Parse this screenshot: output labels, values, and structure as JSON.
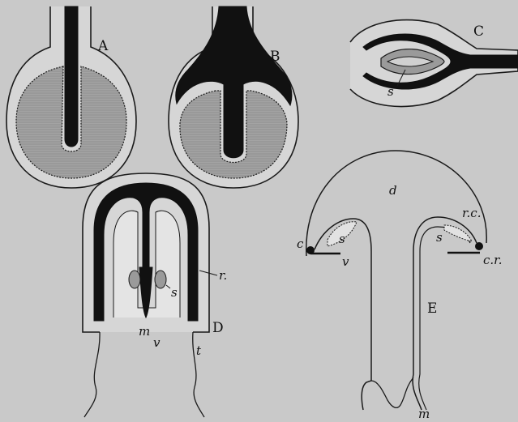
{
  "panels": {
    "A": {
      "letter": "A"
    },
    "B": {
      "letter": "B"
    },
    "C": {
      "letter": "C",
      "labels": [
        "s"
      ]
    },
    "D": {
      "letter": "D",
      "labels": [
        "r.",
        "s",
        "m",
        "v",
        "t"
      ]
    },
    "E": {
      "letter": "E",
      "labels": [
        "d",
        "c",
        "s",
        "v",
        "r.c.",
        "s",
        "c.r.",
        "m"
      ]
    }
  },
  "colors": {
    "background": "#c9c9c9",
    "outline": "#1a1a1a",
    "tissue": "#9a9a9a",
    "dark": "#111111",
    "pale": "#dcdcdc"
  }
}
